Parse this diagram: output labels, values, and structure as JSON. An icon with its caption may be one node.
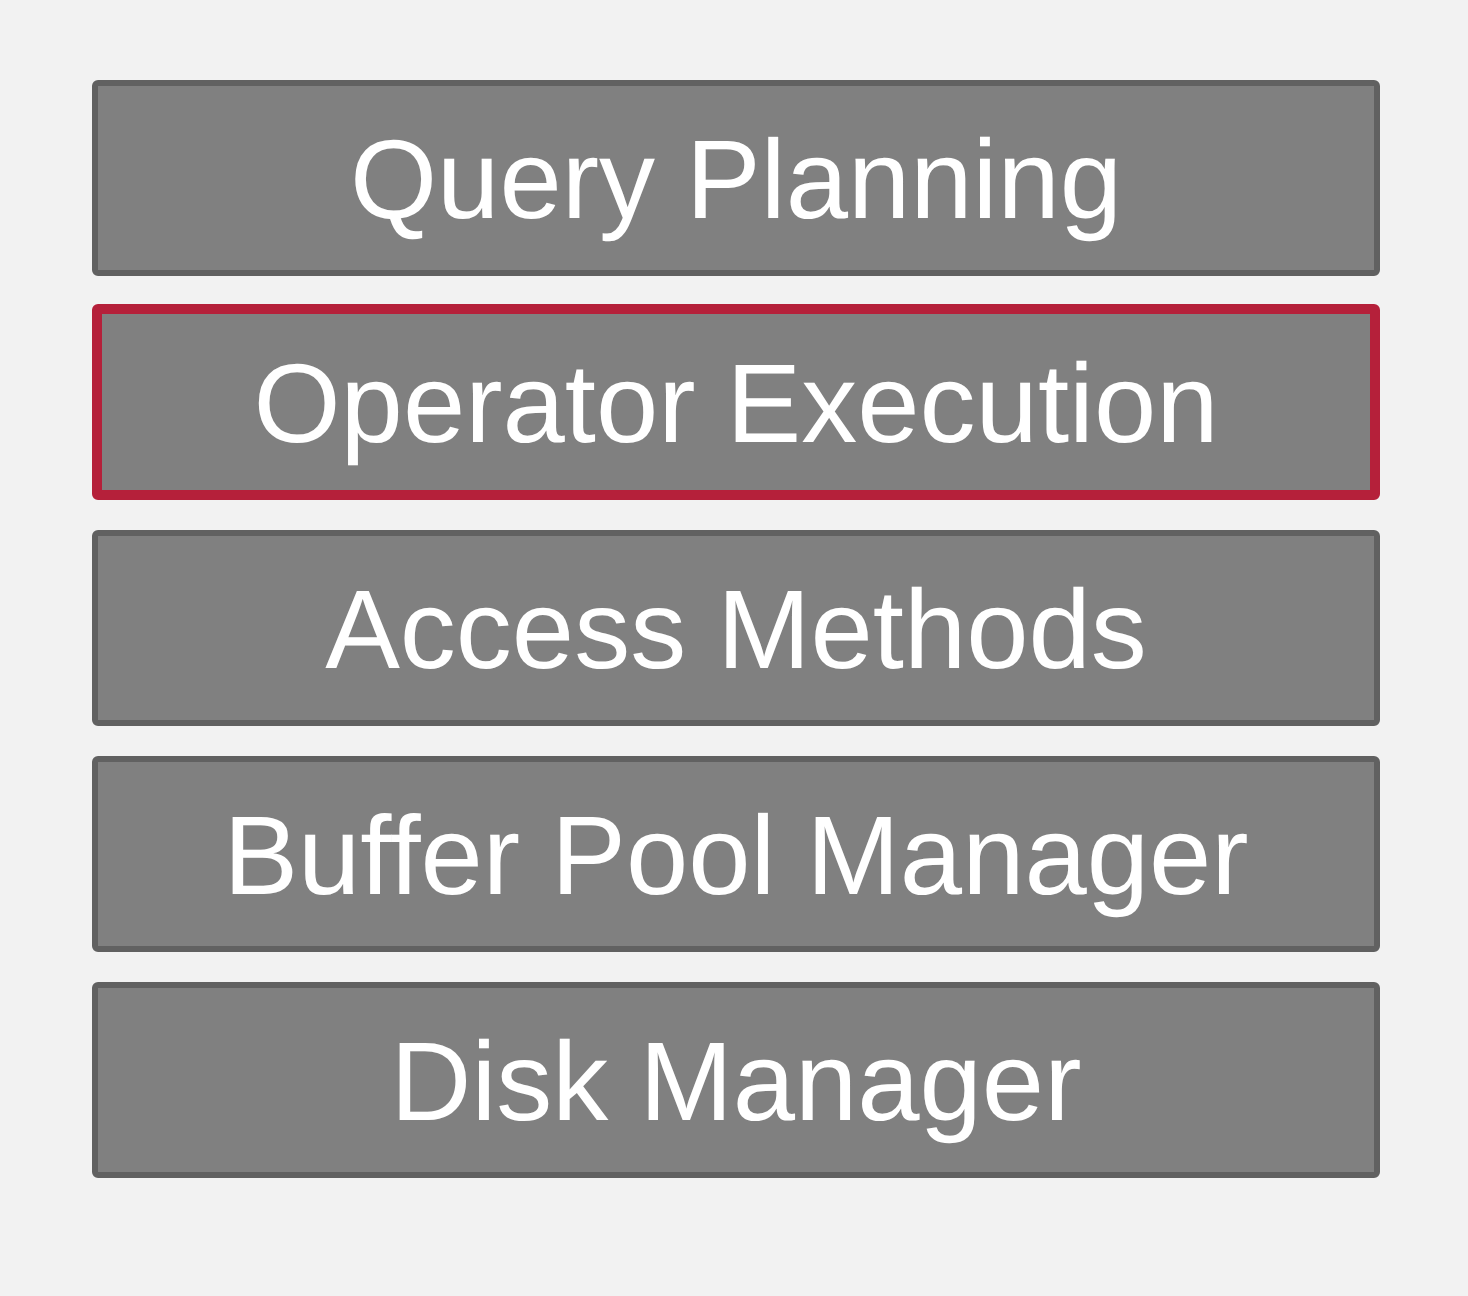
{
  "diagram": {
    "nodes": [
      {
        "text": [
          "Query Planning"
        ]
      },
      {
        "text": [
          "Operator Execution"
        ]
      },
      {
        "text": [
          "Access Methods"
        ]
      },
      {
        "text": [
          "Buffer Pool Manager"
        ]
      },
      {
        "text": [
          "Disk Manager"
        ]
      }
    ]
  }
}
